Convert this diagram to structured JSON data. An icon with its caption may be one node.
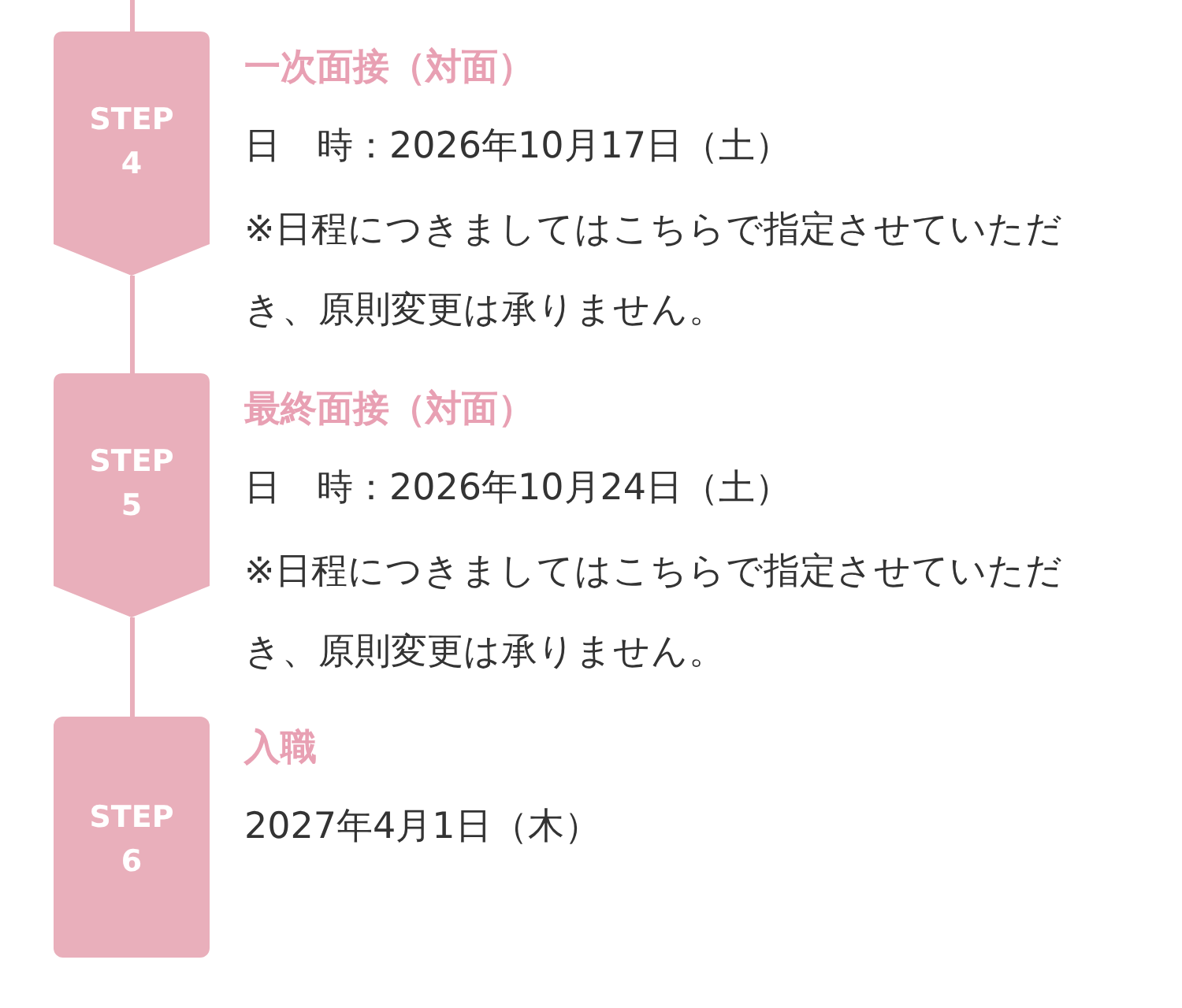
{
  "diagram": {
    "nodes": [
      {
        "text": [
          "STEP 4"
        ],
        "beside": [
          "一次面接（対面）",
          "日　時：2026年10月17日（土）",
          "※日程につきましてはこちらで指定させていただき、原則変更は承りません。"
        ]
      },
      {
        "text": [
          "STEP 5"
        ],
        "beside": [
          "最終面接（対面）",
          "日　時：2026年10月24日（土）",
          "※日程につきましてはこちらで指定させていただき、原則変更は承りません。"
        ]
      },
      {
        "text": [
          "STEP 6"
        ],
        "beside": [
          "入職",
          "2027年4月1日（木）"
        ]
      }
    ],
    "edges": [
      {
        "from": null,
        "to": 0,
        "arrow": "none"
      },
      {
        "from": 0,
        "to": 1,
        "arrow": "none"
      },
      {
        "from": 1,
        "to": 2,
        "arrow": "none"
      }
    ]
  }
}
